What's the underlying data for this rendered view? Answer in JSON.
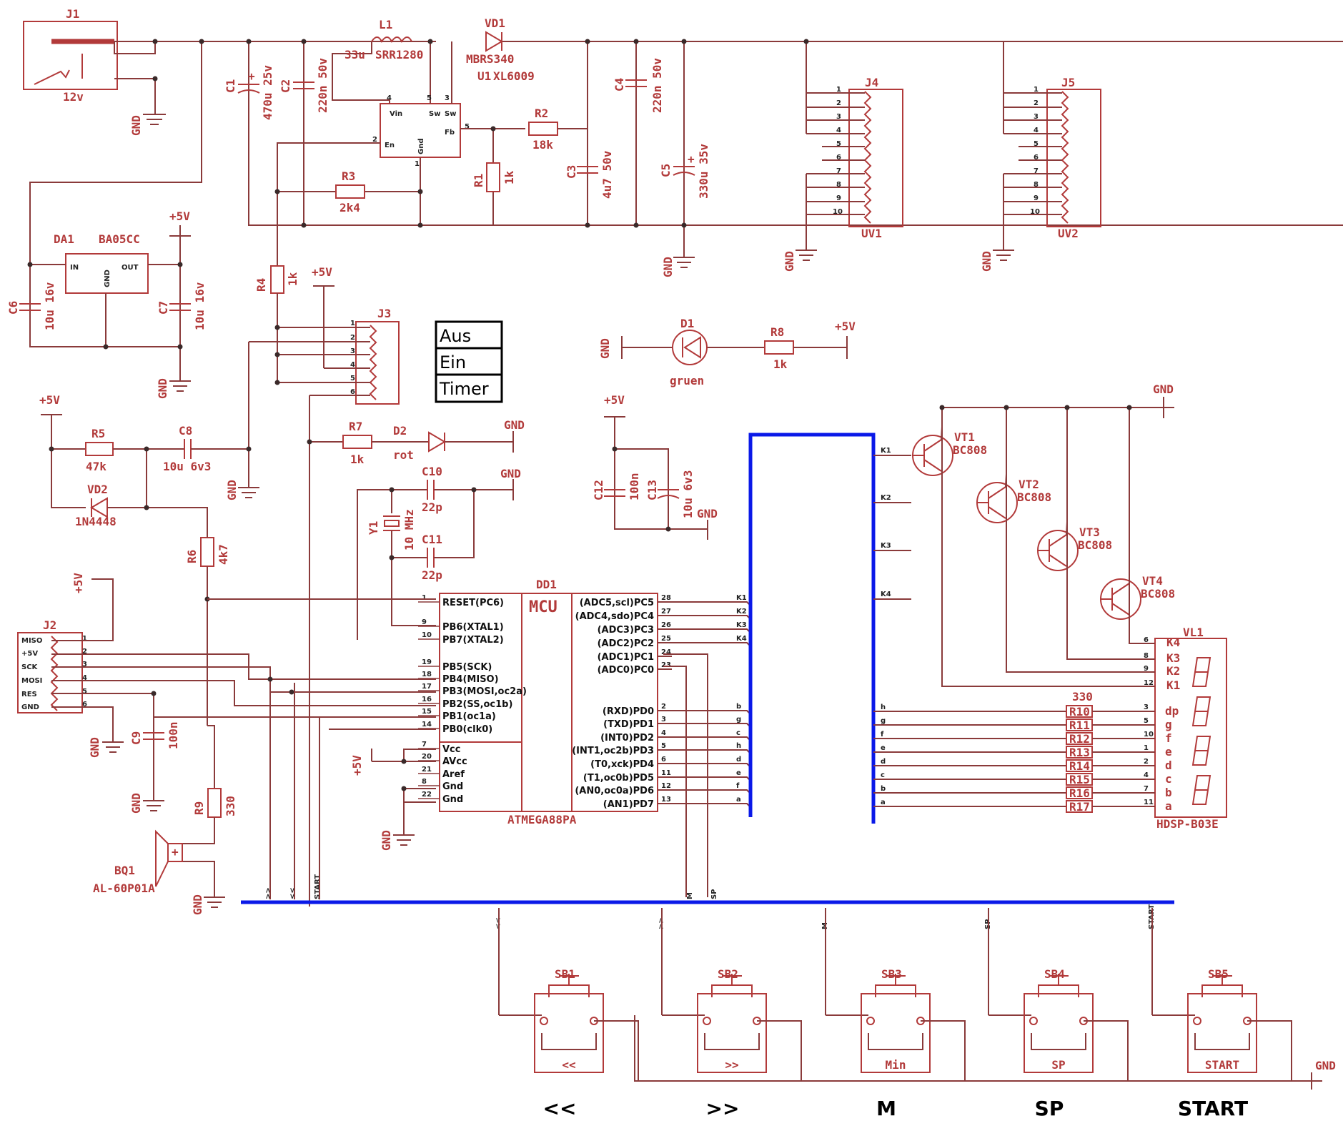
{
  "connectors": {
    "j1": {
      "ref": "J1",
      "value": "12v"
    },
    "j2": {
      "ref": "J2",
      "pins": [
        "MISO",
        "+5V",
        "SCK",
        "MOSI",
        "RES",
        "GND"
      ],
      "nums": [
        "1",
        "2",
        "3",
        "4",
        "5",
        "6"
      ]
    },
    "j3": {
      "ref": "J3",
      "nums": [
        "1",
        "2",
        "3",
        "4",
        "5",
        "6"
      ]
    },
    "j4": {
      "ref": "J4",
      "value": "UV1"
    },
    "j5": {
      "ref": "J5",
      "value": "UV2"
    },
    "pins10": [
      "1",
      "2",
      "3",
      "4",
      "5",
      "6",
      "7",
      "8",
      "9",
      "10"
    ]
  },
  "switch_labels": [
    "Aus",
    "Ein",
    "Timer"
  ],
  "passives": {
    "l1": {
      "ref": "L1",
      "value": "33u",
      "part": "SRR1280"
    },
    "vd1": {
      "ref": "VD1",
      "value": "MBRS340"
    },
    "u1": {
      "ref": "U1",
      "value": "XL6009",
      "pins": [
        "Vin",
        "Sw",
        "Sw",
        "Fb",
        "En",
        "Gnd"
      ],
      "nums": [
        "4",
        "5",
        "3",
        "5",
        "2",
        "1"
      ]
    },
    "c1": {
      "ref": "C1",
      "value": "470u 25v"
    },
    "c2": {
      "ref": "C2",
      "value": "220n 50v"
    },
    "c3": {
      "ref": "C3",
      "value": "4u7 50v"
    },
    "c4": {
      "ref": "C4",
      "value": "220n 50v"
    },
    "c5": {
      "ref": "C5",
      "value": "330u 35v"
    },
    "c6": {
      "ref": "C6",
      "value": "10u 16v"
    },
    "c7": {
      "ref": "C7",
      "value": "10u 16v"
    },
    "c8": {
      "ref": "C8",
      "value": "10u  6v3"
    },
    "c9": {
      "ref": "C9",
      "value": "100n"
    },
    "c10": {
      "ref": "C10",
      "value": "22p"
    },
    "c11": {
      "ref": "C11",
      "value": "22p"
    },
    "c12": {
      "ref": "C12",
      "value": "100n"
    },
    "c13": {
      "ref": "C13",
      "value": "10u 6v3"
    },
    "r1": {
      "ref": "R1",
      "value": "1k"
    },
    "r2": {
      "ref": "R2",
      "value": "18k"
    },
    "r3": {
      "ref": "R3",
      "value": "2k4"
    },
    "r4": {
      "ref": "R4",
      "value": "1k"
    },
    "r5": {
      "ref": "R5",
      "value": "47k"
    },
    "r6": {
      "ref": "R6",
      "value": "4k7"
    },
    "r7": {
      "ref": "R7",
      "value": "1k"
    },
    "r8": {
      "ref": "R8",
      "value": "1k"
    },
    "r9": {
      "ref": "R9",
      "value": "330"
    },
    "da1": {
      "ref": "DA1",
      "value": "BA05CC",
      "in": "IN",
      "out": "OUT",
      "gnd": "GND"
    },
    "d1": {
      "ref": "D1",
      "value": "gruen"
    },
    "d2": {
      "ref": "D2",
      "value": "rot"
    },
    "vd2": {
      "ref": "VD2",
      "value": "1N4448"
    },
    "y1": {
      "ref": "Y1",
      "value": "10 MHz"
    },
    "bq1": {
      "ref": "BQ1",
      "value": "AL-60P01A"
    }
  },
  "power": {
    "gnd": "GND",
    "vcc": "+5V"
  },
  "mcu": {
    "ref": "DD1",
    "name": "MCU",
    "value": "ATMEGA88PA",
    "left_pins": [
      {
        "num": "1",
        "name": "RESET(PC6)"
      },
      {
        "num": "9",
        "name": "PB6(XTAL1)"
      },
      {
        "num": "10",
        "name": "PB7(XTAL2)"
      },
      {
        "num": "19",
        "name": "PB5(SCK)"
      },
      {
        "num": "18",
        "name": "PB4(MISO)"
      },
      {
        "num": "17",
        "name": "PB3(MOSI,oc2a)"
      },
      {
        "num": "16",
        "name": "PB2(SS,oc1b)"
      },
      {
        "num": "15",
        "name": "PB1(oc1a)"
      },
      {
        "num": "14",
        "name": "PB0(clk0)"
      },
      {
        "num": "7",
        "name": "Vcc"
      },
      {
        "num": "20",
        "name": "AVcc"
      },
      {
        "num": "21",
        "name": "Aref"
      },
      {
        "num": "8",
        "name": "Gnd"
      },
      {
        "num": "22",
        "name": "Gnd"
      }
    ],
    "right_pins": [
      {
        "num": "28",
        "name": "(ADC5,scl)PC5",
        "net": "K1"
      },
      {
        "num": "27",
        "name": "(ADC4,sdo)PC4",
        "net": "K2"
      },
      {
        "num": "26",
        "name": "(ADC3)PC3",
        "net": "K3"
      },
      {
        "num": "25",
        "name": "(ADC2)PC2",
        "net": "K4"
      },
      {
        "num": "24",
        "name": "(ADC1)PC1",
        "net": ""
      },
      {
        "num": "23",
        "name": "(ADC0)PC0",
        "net": ""
      },
      {
        "num": "2",
        "name": "(RXD)PD0",
        "net": "b"
      },
      {
        "num": "3",
        "name": "(TXD)PD1",
        "net": "g"
      },
      {
        "num": "4",
        "name": "(INT0)PD2",
        "net": "c"
      },
      {
        "num": "5",
        "name": "(INT1,oc2b)PD3",
        "net": "h"
      },
      {
        "num": "6",
        "name": "(T0,xck)PD4",
        "net": "d"
      },
      {
        "num": "11",
        "name": "(T1,oc0b)PD5",
        "net": "e"
      },
      {
        "num": "12",
        "name": "(AN0,oc0a)PD6",
        "net": "f"
      },
      {
        "num": "13",
        "name": "(AN1)PD7",
        "net": "a"
      }
    ]
  },
  "transistors": [
    {
      "ref": "VT1",
      "value": "BC808",
      "net": "K1"
    },
    {
      "ref": "VT2",
      "value": "BC808",
      "net": "K2"
    },
    {
      "ref": "VT3",
      "value": "BC808",
      "net": "K3"
    },
    {
      "ref": "VT4",
      "value": "BC808",
      "net": "K4"
    }
  ],
  "display": {
    "ref": "VL1",
    "value": "HDSP-B03E",
    "digits": [
      {
        "pin": "6",
        "name": "K4"
      },
      {
        "pin": "8",
        "name": "K3"
      },
      {
        "pin": "9",
        "name": "K2"
      },
      {
        "pin": "12",
        "name": "K1"
      }
    ],
    "segments": [
      {
        "net": "h",
        "r": "R10",
        "pin": "3",
        "name": "dp"
      },
      {
        "net": "g",
        "r": "R11",
        "pin": "5",
        "name": "g"
      },
      {
        "net": "f",
        "r": "R12",
        "pin": "10",
        "name": "f"
      },
      {
        "net": "e",
        "r": "R13",
        "pin": "1",
        "name": "e"
      },
      {
        "net": "d",
        "r": "R14",
        "pin": "2",
        "name": "d"
      },
      {
        "net": "c",
        "r": "R15",
        "pin": "4",
        "name": "c"
      },
      {
        "net": "b",
        "r": "R16",
        "pin": "7",
        "name": "b"
      },
      {
        "net": "a",
        "r": "R17",
        "pin": "11",
        "name": "a"
      }
    ],
    "resistor_value": "330"
  },
  "bus_nets": [
    "<<",
    ">>",
    "M",
    "SP",
    "START"
  ],
  "button_bus_nets": [
    "<<",
    ">>",
    "M",
    "SP",
    "START"
  ],
  "buttons": [
    {
      "ref": "SB1",
      "label": "<<",
      "caption": "<<"
    },
    {
      "ref": "SB2",
      "label": ">>",
      "caption": ">>"
    },
    {
      "ref": "SB3",
      "label": "Min",
      "caption": "M"
    },
    {
      "ref": "SB4",
      "label": "SP",
      "caption": "SP"
    },
    {
      "ref": "SB5",
      "label": "START",
      "caption": "START"
    }
  ],
  "colors": {
    "wire": "#8a3a3a",
    "symbol": "#b23a3a",
    "bus": "#0a19e8",
    "background": "#ffffff"
  }
}
